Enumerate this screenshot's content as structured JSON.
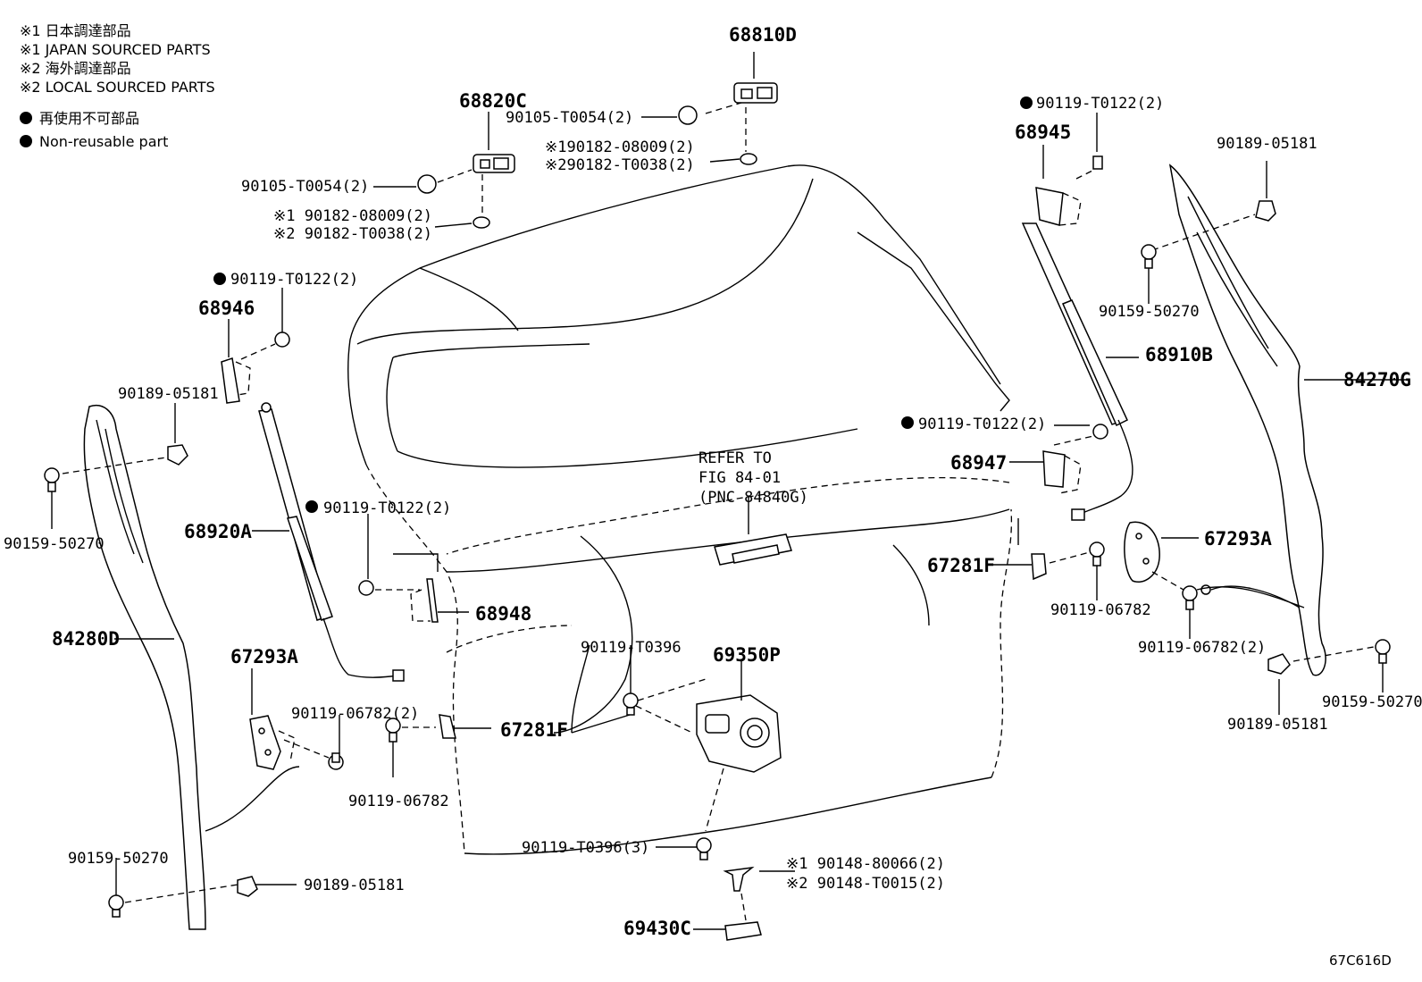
{
  "legend": {
    "line1": "※1 日本調達部品",
    "line2": "※1 JAPAN SOURCED PARTS",
    "line3": "※2 海外調達部品",
    "line4": "※2 LOCAL SOURCED PARTS",
    "line5": "再使用不可部品",
    "line6": "Non-reusable part"
  },
  "figure_code": "67C616D",
  "refer": {
    "line1": "REFER TO",
    "line2": "FIG 84-01",
    "line3": "(PNC 84840G)"
  },
  "labels": {
    "p68810D": "68810D",
    "p68820C": "68820C",
    "p90105_a": "90105-T0054(2)",
    "p90105_b": "90105-T0054(2)",
    "p90182_a1": "※190182-08009(2)",
    "p90182_a2": "※290182-T0038(2)",
    "p90182_b1": "※1 90182-08009(2)",
    "p90182_b2": "※2 90182-T0038(2)",
    "p90119T0122_tr": "90119-T0122(2)",
    "p68945": "68945",
    "p90189_tr": "90189-05181",
    "p90159_tr": "90159-50270",
    "p68910B": "68910B",
    "p84270G": "84270G",
    "p90119T0122_mr": "90119-T0122(2)",
    "p68947": "68947",
    "p67293A_r": "67293A",
    "p67281F_r": "67281F",
    "p90119_06782_r": "90119-06782",
    "p90119_06782_r2": "90119-06782(2)",
    "p90159_br": "90159-50270",
    "p90189_br": "90189-05181",
    "p90119T0122_tl": "90119-T0122(2)",
    "p68946": "68946",
    "p90189_tl": "90189-05181",
    "p90159_tl": "90159-50270",
    "p68920A": "68920A",
    "p90119T0122_ml": "90119-T0122(2)",
    "p68948": "68948",
    "p84280D": "84280D",
    "p67293A_l": "67293A",
    "p90119_06782_l2": "90119-06782(2)",
    "p90119_06782_l": "90119-06782",
    "p67281F_l": "67281F",
    "p90119T0396": "90119-T0396",
    "p69350P": "69350P",
    "p90119T0396_3": "90119-T0396(3)",
    "p90148_1": "※1 90148-80066(2)",
    "p90148_2": "※2 90148-T0015(2)",
    "p69430C": "69430C",
    "p90159_bl": "90159-50270",
    "p90189_bl": "90189-05181"
  }
}
